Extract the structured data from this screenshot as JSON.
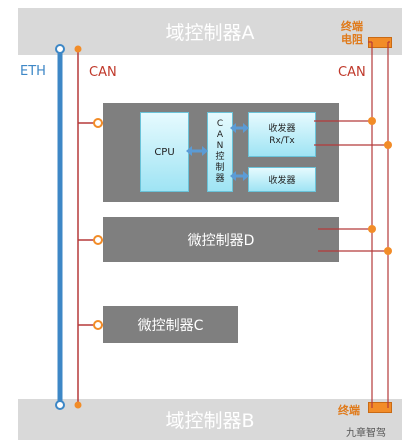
{
  "top_controller": "域控制器A",
  "bottom_controller": "域控制器B",
  "eth_label": "ETH",
  "can_label_left": "CAN",
  "can_label_right": "CAN",
  "terminator_label": "终端\n电阻",
  "terminator_label_bottom": "终端",
  "main_ecu": {
    "cpu": "CPU",
    "can_controller": "C\nA\nN\n控\n制\n器",
    "transceiver_1": "收发器\nRx/Tx",
    "transceiver_2": "收发器"
  },
  "ecu_d": "微控制器D",
  "ecu_c": "微控制器C",
  "watermark": "九章智驾",
  "colors": {
    "eth": "#3d87c6",
    "can": "#b53a3a",
    "node": "#f28c28",
    "terminator": "#f28c28"
  }
}
